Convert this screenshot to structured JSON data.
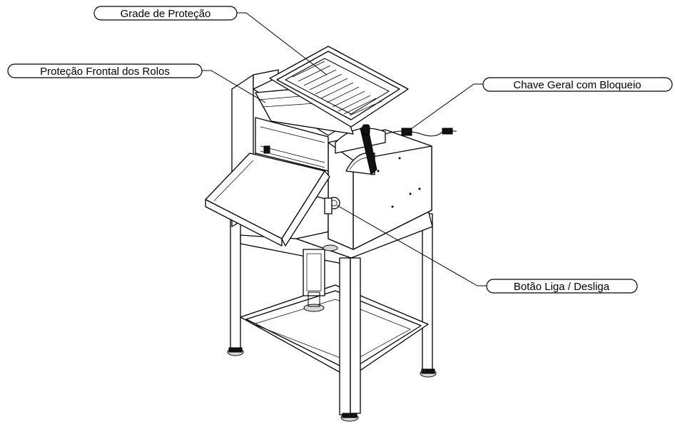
{
  "diagram": {
    "callouts": [
      {
        "id": "grade",
        "label": "Grade de Proteção"
      },
      {
        "id": "protecao",
        "label": "Proteção Frontal dos Rolos"
      },
      {
        "id": "chave",
        "label": "Chave Geral com Bloqueio"
      },
      {
        "id": "botao",
        "label": "Botão Liga / Desliga"
      }
    ]
  }
}
